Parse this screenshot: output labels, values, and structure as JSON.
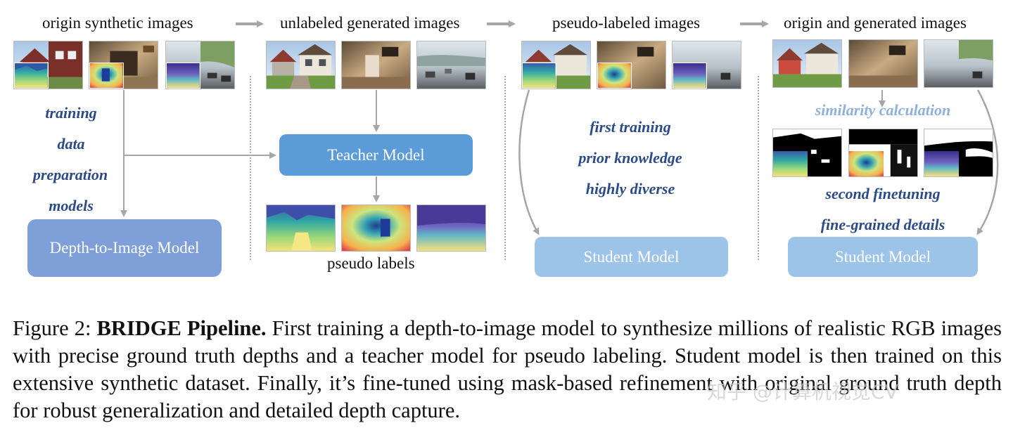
{
  "stages": {
    "s1_title": "origin synthetic images",
    "s2_title": "unlabeled generated images",
    "s3_title": "pseudo-labeled images",
    "s4_title": "origin and generated images"
  },
  "labels": {
    "training": "training",
    "data": "data",
    "preparation": "preparation",
    "models": "models",
    "pseudo_labels": "pseudo labels",
    "first_training": "first training",
    "prior_knowledge": "prior knowledge",
    "highly_diverse": "highly diverse",
    "similarity_calculation": "similarity calculation",
    "second_finetuning": "second finetuning",
    "fine_grained_details": "fine-grained details"
  },
  "models": {
    "depth_to_image": "Depth-to-Image Model",
    "teacher": "Teacher Model",
    "student1": "Student Model",
    "student2": "Student Model"
  },
  "caption": {
    "prefix": "Figure 2: ",
    "bold": "BRIDGE Pipeline.",
    "text": " First training a depth-to-image model to synthesize millions of realistic RGB images with precise ground truth depths and a teacher model for pseudo labeling. Student model is then trained on this extensive synthetic dataset. Finally, it’s fine-tuned using mask-based refinement with original ground truth depth for robust generalization and detailed depth capture."
  },
  "watermark": "知乎 @计算机视觉CV",
  "colors": {
    "label_blue": "#2a4a8a",
    "label_light_blue": "#8fb0dc",
    "teacher_box": "#5b9bd8",
    "depth_box": "#7f9fd8",
    "student_box": "#9cc3e8",
    "arrow_gray": "#a6a6a6"
  },
  "icons": {
    "house": "house-scene-icon",
    "room": "room-scene-icon",
    "road": "road-scene-icon",
    "depth": "depth-map-icon",
    "mask": "mask-icon"
  }
}
